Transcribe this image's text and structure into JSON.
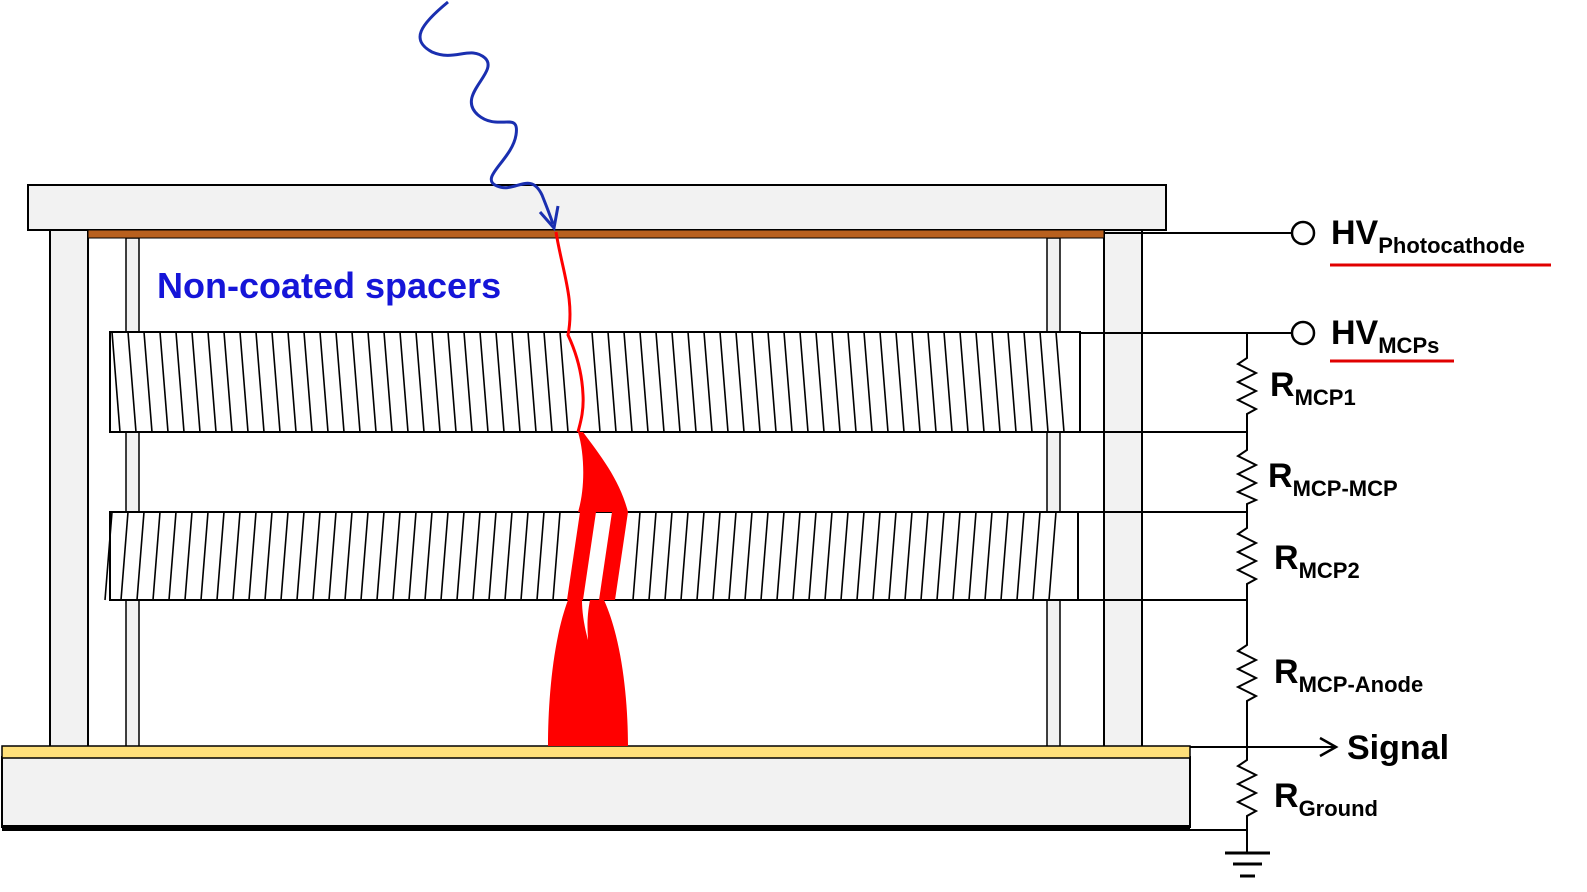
{
  "labels": {
    "spacers": "Non-coated spacers",
    "hv_photocathode_main": "HV",
    "hv_photocathode_sub": "Photocathode",
    "hv_mcps_main": "HV",
    "hv_mcps_sub": "MCPs",
    "r_mcp1_main": "R",
    "r_mcp1_sub": "MCP1",
    "r_mcp_mcp_main": "R",
    "r_mcp_mcp_sub": "MCP-MCP",
    "r_mcp2_main": "R",
    "r_mcp2_sub": "MCP2",
    "r_mcp_anode_main": "R",
    "r_mcp_anode_sub": "MCP-Anode",
    "signal": "Signal",
    "r_ground_main": "R",
    "r_ground_sub": "Ground"
  },
  "colors": {
    "photon": "#1a2fb0",
    "electron_shower": "#ff0000",
    "photocathode": "#b8601e",
    "anode": "#ffe07a",
    "window": "#f2f2f2",
    "spacer_label": "#1515d8",
    "underline": "#e00000"
  }
}
